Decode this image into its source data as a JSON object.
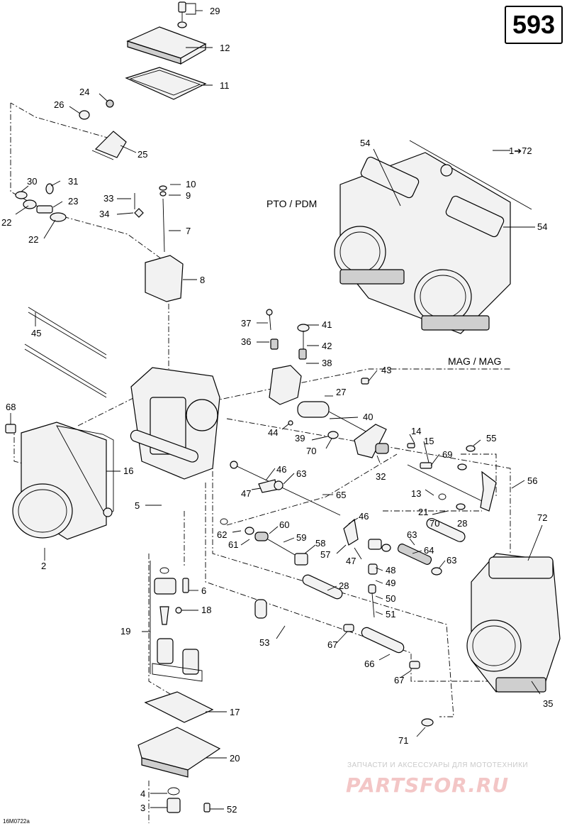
{
  "page_number": "593",
  "region_labels": {
    "pto": "PTO / PDM",
    "mag": "MAG / MAG"
  },
  "assembly_range": "1➔72",
  "callouts": [
    "29",
    "12",
    "11",
    "24",
    "26",
    "25",
    "30",
    "31",
    "33",
    "10",
    "9",
    "23",
    "22",
    "34",
    "7",
    "22",
    "8",
    "54",
    "54",
    "45",
    "37",
    "41",
    "36",
    "42",
    "38",
    "43",
    "27",
    "68",
    "16",
    "40",
    "44",
    "39",
    "70",
    "14",
    "15",
    "55",
    "32",
    "69",
    "56",
    "5",
    "46",
    "63",
    "47",
    "65",
    "13",
    "21",
    "70",
    "28",
    "72",
    "62",
    "60",
    "46",
    "61",
    "59",
    "58",
    "57",
    "63",
    "64",
    "47",
    "48",
    "49",
    "50",
    "51",
    "63",
    "2",
    "6",
    "18",
    "28",
    "19",
    "53",
    "67",
    "66",
    "67",
    "35",
    "17",
    "71",
    "20",
    "4",
    "3",
    "52"
  ],
  "drawing_ref": "16M0722a",
  "watermark": {
    "top": "ЗАПЧАСТИ И АКСЕССУАРЫ ДЛЯ МОТОТЕХНИКИ",
    "brand": "PARTSFOR.RU"
  }
}
